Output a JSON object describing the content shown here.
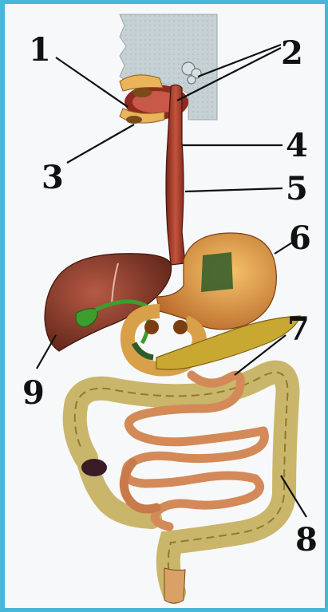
{
  "labels": [
    {
      "id": "1",
      "text": "1"
    },
    {
      "id": "2",
      "text": "2"
    },
    {
      "id": "3",
      "text": "3"
    },
    {
      "id": "4",
      "text": "4"
    },
    {
      "id": "5",
      "text": "5"
    },
    {
      "id": "6",
      "text": "6"
    },
    {
      "id": "7",
      "text": "7"
    },
    {
      "id": "8",
      "text": "8"
    },
    {
      "id": "9",
      "text": "9"
    }
  ],
  "colors": {
    "frame": "#46b6d9",
    "background": "#f7f8f9",
    "head": "#c9d3d6",
    "organ_red": "#a13a2a",
    "liver": "#8a3a2a",
    "stomach": "#e0a040",
    "intestine": "#d9c27a",
    "gallbladder": "#3f9c2f"
  }
}
